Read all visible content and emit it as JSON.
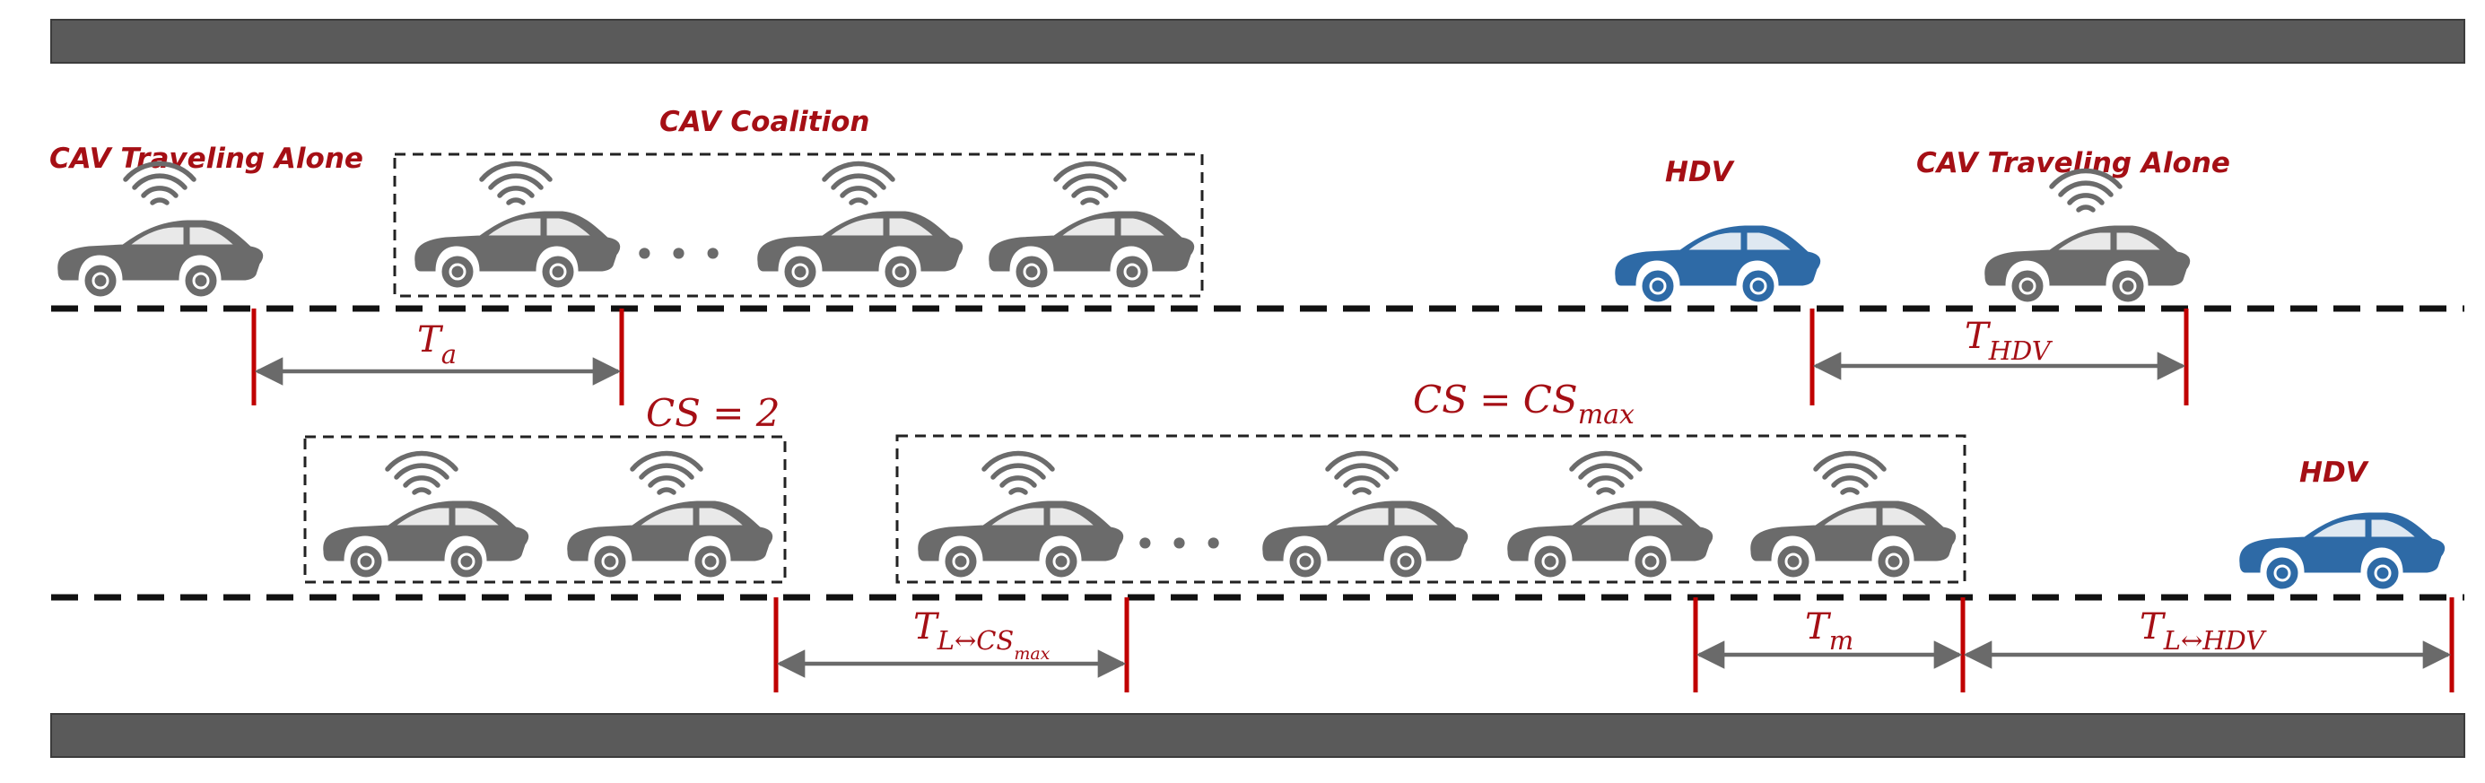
{
  "colors": {
    "road": "#5a5a5a",
    "road_edge": "#3c3c3c",
    "lane": "#111111",
    "label": "#a50f15",
    "marker": "#c00000",
    "arrow": "#6a6a6a",
    "cav": "#6b6b6b",
    "hdv": "#2e6aa6",
    "box": "#222222"
  },
  "labels": {
    "cav_alone_1": "CAV Traveling Alone",
    "coalition": "CAV Coalition",
    "hdv_1": "HDV",
    "cav_alone_2": "CAV Traveling Alone",
    "hdv_2": "HDV"
  },
  "math": {
    "ta": {
      "base": "T",
      "sub": "a"
    },
    "thdv": {
      "base": "T",
      "sub": "HDV"
    },
    "cs2": "CS = 2",
    "csmax": {
      "base": "CS =  CS",
      "sub": "max"
    },
    "tl_csmax": {
      "base": "T",
      "sub": "L↔CS",
      "subsub": "max"
    },
    "tm": {
      "base": "T",
      "sub": "m"
    },
    "tl_hdv": {
      "base": "T",
      "sub": "L↔HDV"
    }
  },
  "icons": {
    "cav": "connected-car-icon",
    "hdv": "car-icon",
    "wifi": "wifi-signal-icon"
  },
  "ellipsis": "• • •"
}
